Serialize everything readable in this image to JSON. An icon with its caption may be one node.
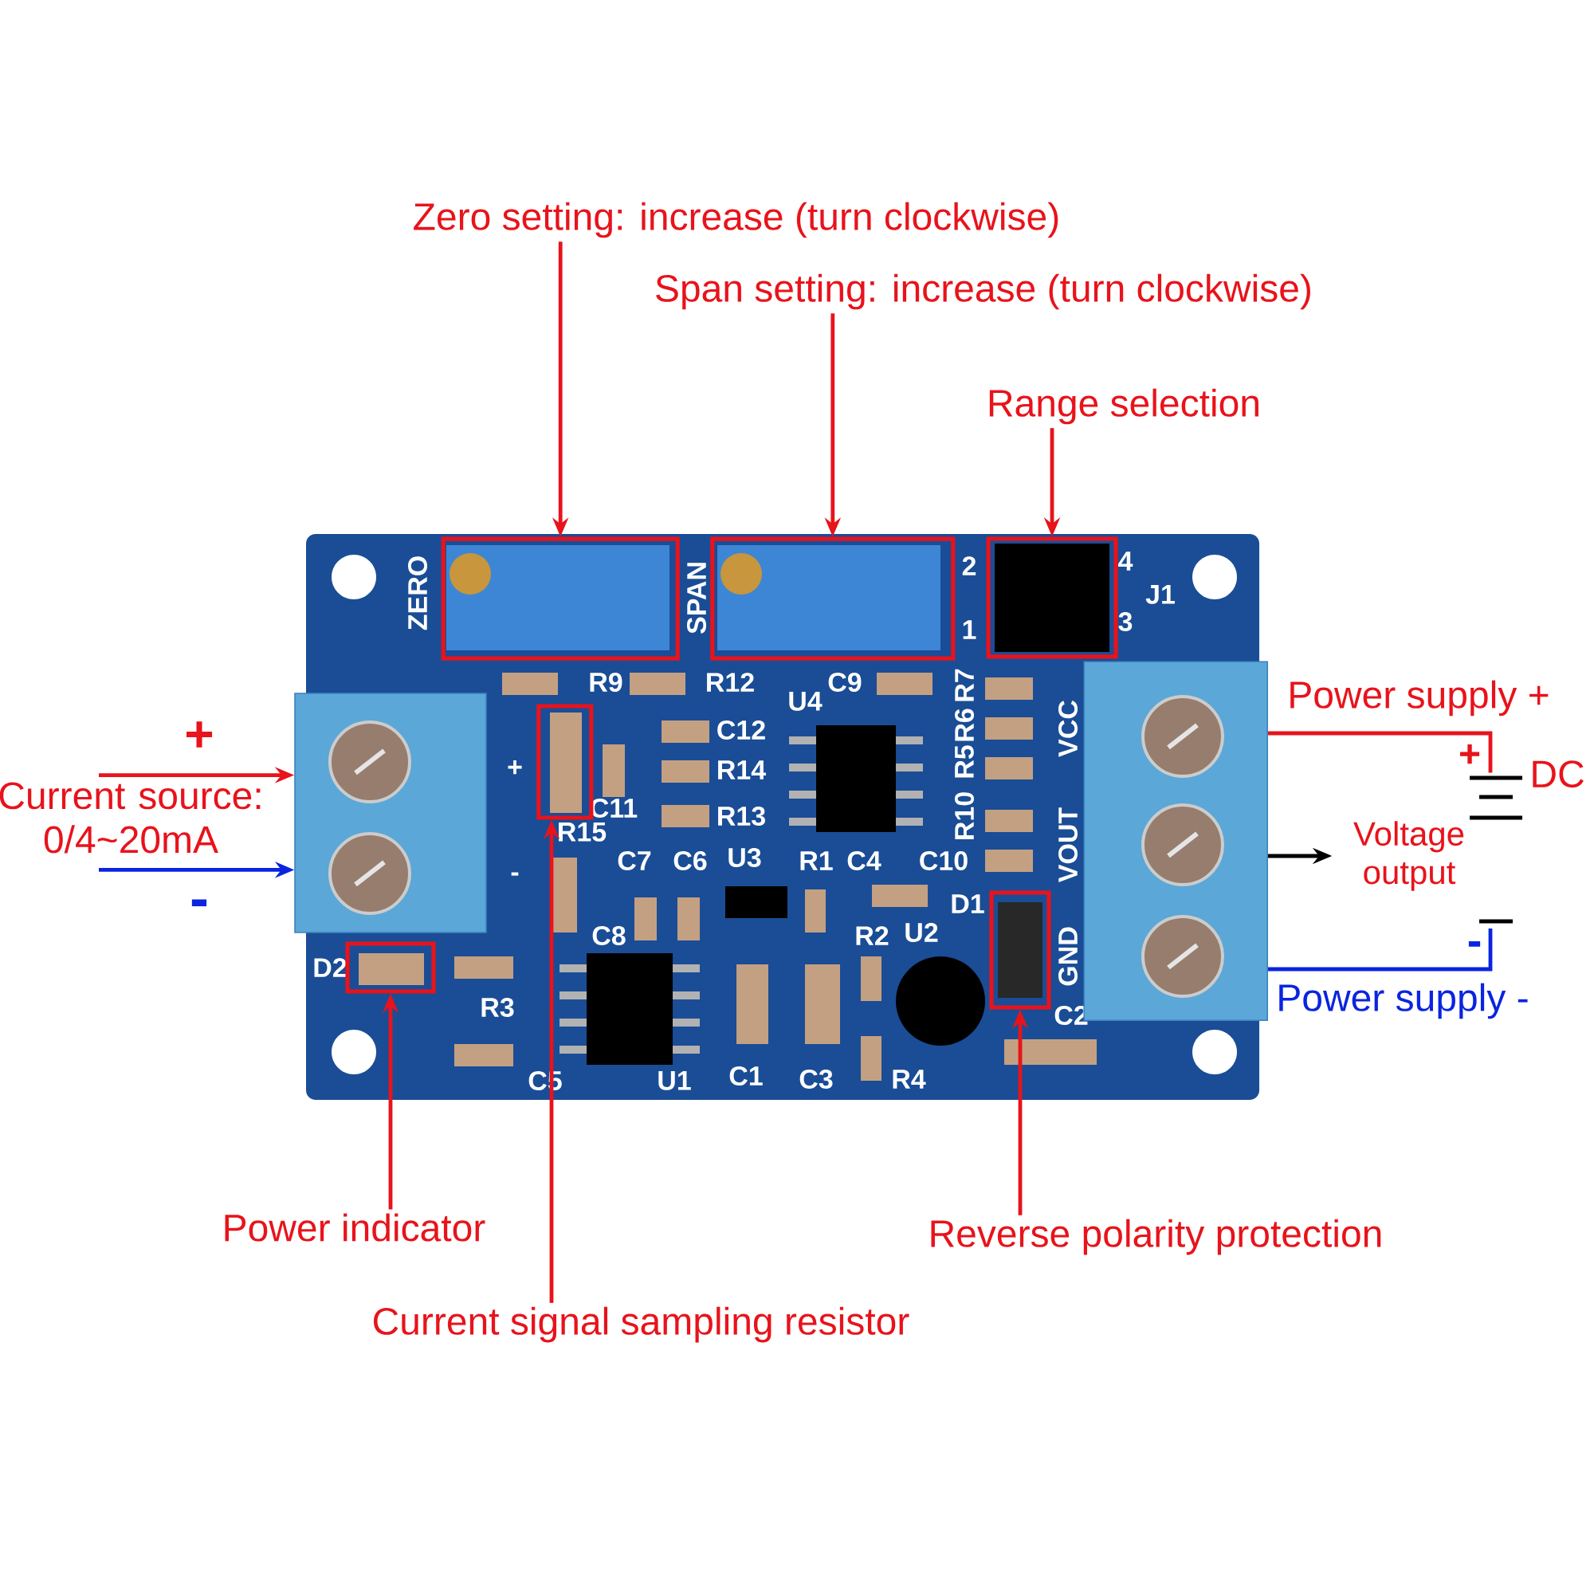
{
  "diagram": {
    "nodes": [
      {
        "text": [
          "Zero setting: increase (turn clockwise)"
        ]
      },
      {
        "text": [],
        "shape": "box"
      },
      {
        "text": [
          "Span setting: increase (turn clockwise)"
        ]
      },
      {
        "text": [],
        "shape": "box"
      },
      {
        "text": [
          "Range selection"
        ]
      },
      {
        "text": [],
        "shape": "box"
      },
      {
        "text": [
          "Current source: 0/4~20mA"
        ]
      },
      {
        "text": [],
        "shape": "picture"
      },
      {
        "text": [],
        "shape": "picture"
      },
      {
        "text": [],
        "shape": "battery",
        "beside": [
          "DC"
        ]
      },
      {
        "text": [
          "Voltage output"
        ]
      },
      {
        "text": [],
        "shape": "box"
      },
      {
        "text": [
          "Power indicator"
        ]
      },
      {
        "text": [],
        "shape": "box"
      },
      {
        "text": [
          "Current signal sampling resistor"
        ]
      },
      {
        "text": [],
        "shape": "box"
      },
      {
        "text": [
          "Reverse polarity protection"
        ]
      }
    ],
    "edges": [
      {
        "from": 0,
        "to": 1,
        "arrow": "to"
      },
      {
        "from": 2,
        "to": 3,
        "arrow": "to"
      },
      {
        "from": 4,
        "to": 5,
        "arrow": "to"
      },
      {
        "from": 6,
        "to": 7,
        "arrow": "to",
        "label": "+"
      },
      {
        "from": 6,
        "to": 7,
        "arrow": "to",
        "label": "-",
        "color": "#0a24e0"
      },
      {
        "from": 8,
        "to": 9,
        "arrow": "none",
        "label": "Power supply +"
      },
      {
        "from": 8,
        "to": 10,
        "arrow": "to",
        "color": "#000000"
      },
      {
        "from": 8,
        "to": 9,
        "arrow": "none",
        "label": "Power supply -",
        "color": "#0a24e0"
      },
      {
        "from": 12,
        "to": 11,
        "arrow": "to"
      },
      {
        "from": 14,
        "to": 13,
        "arrow": "to"
      },
      {
        "from": 16,
        "to": 15,
        "arrow": "to"
      }
    ],
    "labels": [
      "ZERO",
      "SPAN",
      "2",
      "4",
      "J1",
      "1",
      "3",
      "R9",
      "R12",
      "C9",
      "R7",
      "U4",
      "VCC",
      "R6",
      "C12",
      "R5",
      "+",
      "R14",
      "C11",
      "R10",
      "R13",
      "R15",
      "C7",
      "C6",
      "U3",
      "R1",
      "C4",
      "C10",
      "VOUT",
      "-",
      "D1",
      "C8",
      "R2",
      "U2",
      "GND",
      "D2",
      "R3",
      "C2",
      "C5",
      "U1",
      "C1",
      "C3",
      "R4",
      "+",
      "-"
    ]
  }
}
